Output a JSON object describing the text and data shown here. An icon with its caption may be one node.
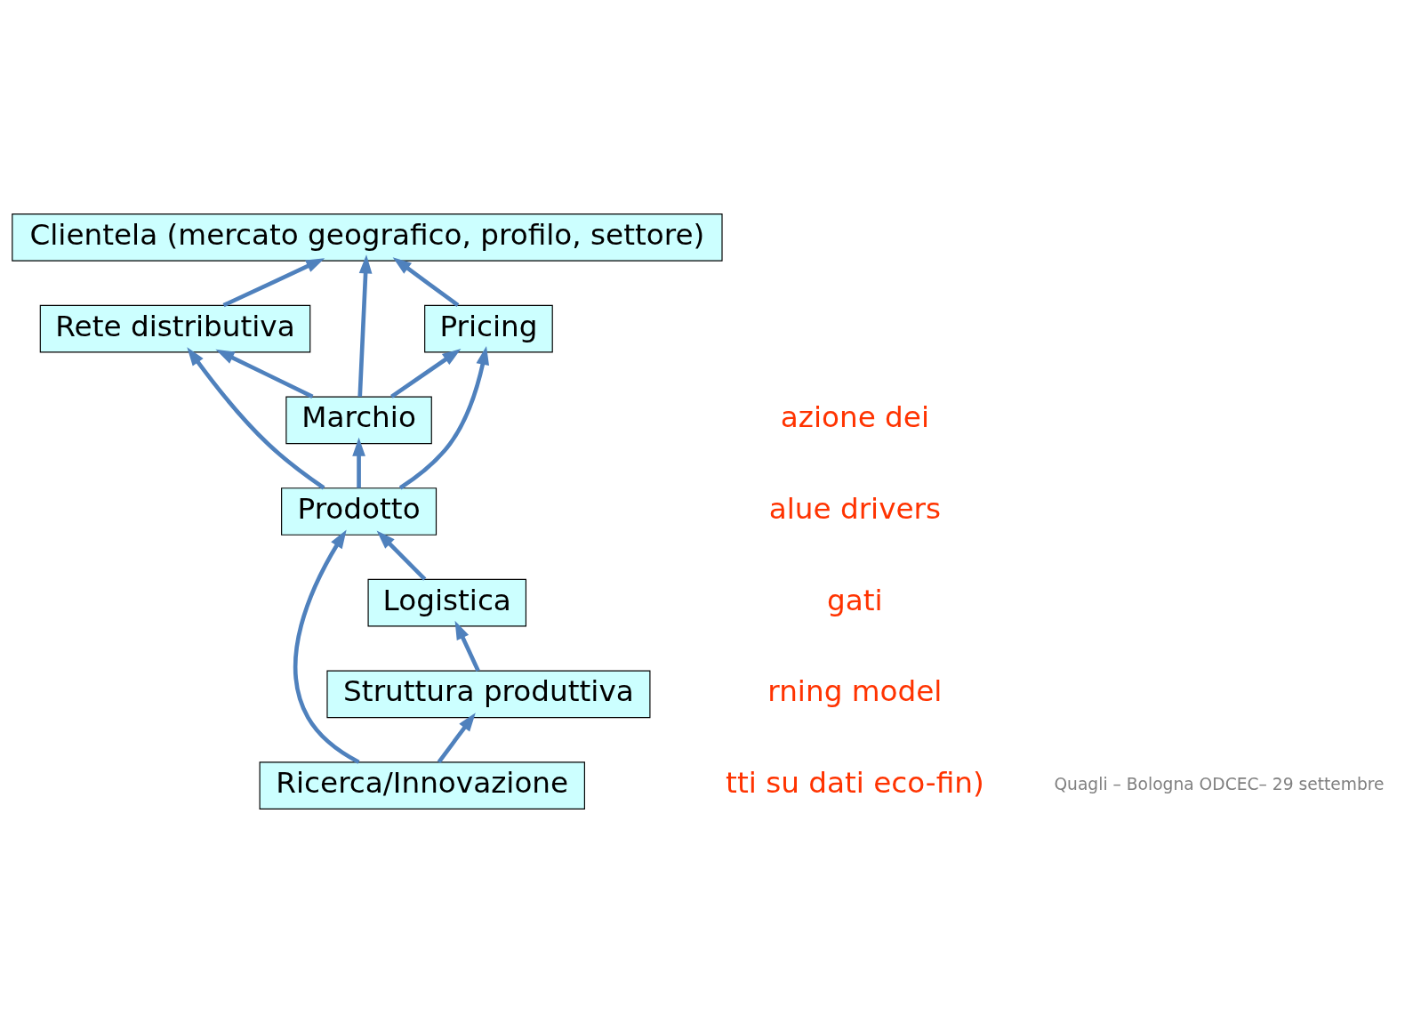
{
  "diagram": {
    "nodes": [
      {
        "text": [
          "Clientela (mercato geografico, profilo, settore)"
        ]
      },
      {
        "text": [
          "Marchio"
        ]
      },
      {
        "text": [
          "Rete distributiva"
        ]
      },
      {
        "text": [
          "Pricing"
        ]
      },
      {
        "text": [
          "Prodotto"
        ]
      },
      {
        "text": [
          "Logistica"
        ]
      },
      {
        "text": [
          "Struttura produttiva"
        ]
      },
      {
        "text": [
          "Ricerca/Innovazione"
        ]
      }
    ],
    "edges": [
      {
        "from": 1,
        "to": 0,
        "arrow": "to"
      },
      {
        "from": 2,
        "to": 0,
        "arrow": "to"
      },
      {
        "from": 3,
        "to": 0,
        "arrow": "to"
      },
      {
        "from": 4,
        "to": 2,
        "arrow": "to"
      },
      {
        "from": 5,
        "to": 4,
        "arrow": "to"
      },
      {
        "from": 6,
        "to": 5,
        "arrow": "to"
      },
      {
        "from": 7,
        "to": 6,
        "arrow": "to"
      },
      {
        "from": 4,
        "to": 1,
        "arrow": "to"
      },
      {
        "from": 1,
        "to": 2,
        "arrow": "to"
      },
      {
        "from": 1,
        "to": 3,
        "arrow": "to"
      },
      {
        "from": 4,
        "to": 3,
        "arrow": "to"
      },
      {
        "from": 7,
        "to": 4,
        "arrow": "to"
      }
    ],
    "labels": [
      "azione dei",
      "alue drivers",
      "gati",
      "rning model",
      "tti su dati eco-fin)",
      "Quagli – Bologna ODCEC– 29 settembre"
    ]
  }
}
